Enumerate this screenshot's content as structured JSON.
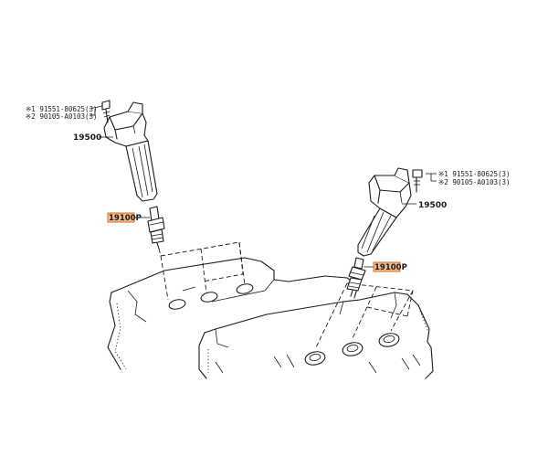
{
  "left_assembly": {
    "callout_1": "※1 91551-80625(3)",
    "callout_2": "※2 90105-A0103(3)",
    "coil_part": "19500",
    "plug_part": "19100P"
  },
  "right_assembly": {
    "callout_1": "※1 91551-80625(3)",
    "callout_2": "※2 90105-A0103(3)",
    "coil_part": "19500",
    "plug_part": "19100P"
  },
  "colors": {
    "line": "#1a1a1a",
    "highlight_fill": "#f2b98a",
    "highlight_border": "#d8702a"
  }
}
